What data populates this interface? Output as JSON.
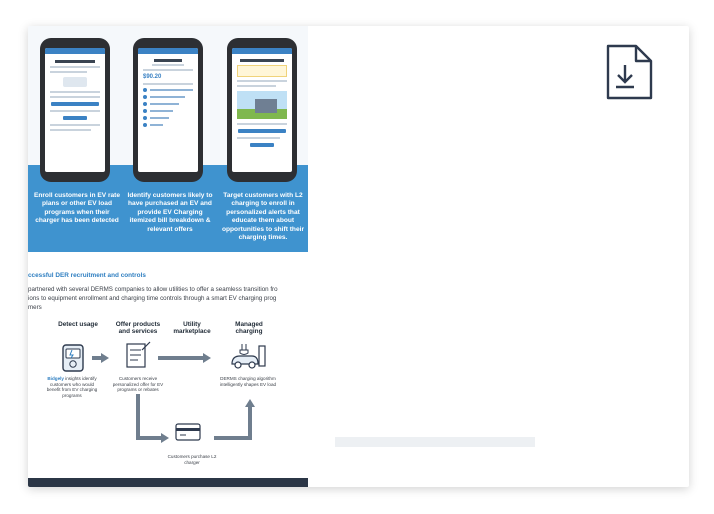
{
  "phones": [
    {
      "caption": "Enroll customers in EV rate plans or other EV load programs when their charger has been detected",
      "screen_amount": ""
    },
    {
      "caption": "Identify customers likely to have purchased an EV and provide EV Charging itemized bill breakdown & relevant offers",
      "screen_amount": "$90.20"
    },
    {
      "caption": "Target customers with L2 charging to enroll in personalized alerts that educate them about opportunities to shift their charging times.",
      "screen_amount": ""
    }
  ],
  "section_title": "ccessful DER recruitment and controls",
  "body_lines": [
    "partnered with several DERMS companies to allow utilities to offer a seamless transition fro",
    "ions to equipment enrollment and charging time controls through a smart EV charging prog",
    "mers"
  ],
  "flow": {
    "steps": [
      {
        "heading": "Detect usage",
        "note_brand": "Bidgely",
        "note": " insights identify customers who would benefit from EV charging programs"
      },
      {
        "heading": "Offer products and services",
        "note": "Customers receive personalized offer for EV programs or rebates"
      },
      {
        "heading": "Utility marketplace",
        "note": ""
      },
      {
        "heading": "Managed charging",
        "note": "DERMS charging algorithm intelligently shapes EV load"
      }
    ],
    "purchase_note": "Customers purchase L2 charger"
  },
  "icons": {
    "download": "download-file-icon",
    "meter": "meter-icon",
    "offer": "checklist-icon",
    "charger": "ev-charger-icon",
    "card": "payment-card-icon"
  },
  "colors": {
    "accent": "#3f93cf",
    "title_blue": "#2f7fc1",
    "icon_navy": "#2e3a4e",
    "loading": "#edf0f3"
  }
}
